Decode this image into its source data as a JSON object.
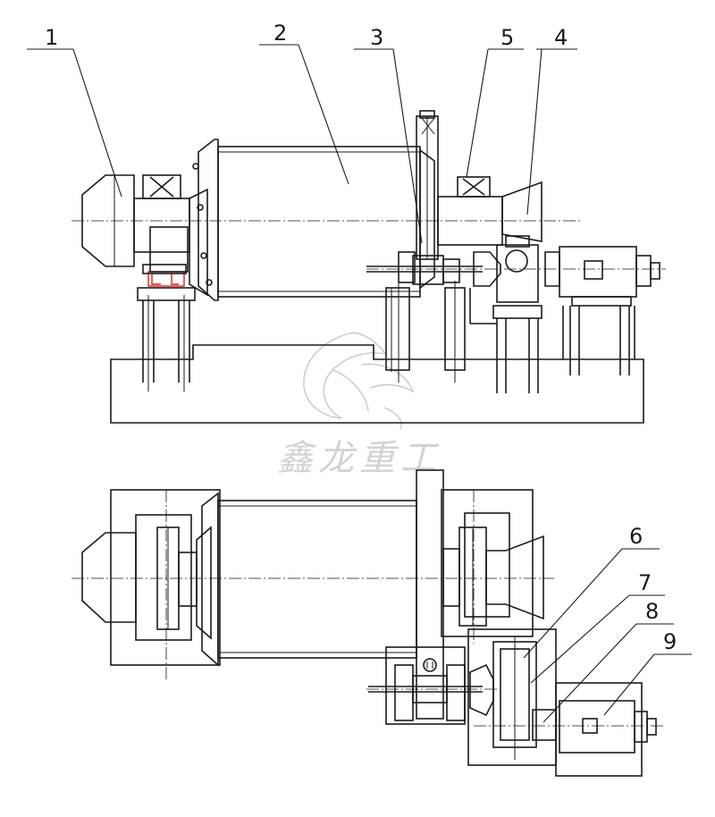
{
  "callouts": {
    "c1": "1",
    "c2": "2",
    "c3": "3",
    "c4": "4",
    "c5": "5",
    "c6": "6",
    "c7": "7",
    "c8": "8",
    "c9": "9"
  },
  "watermark": {
    "text": "鑫龙重工"
  },
  "colors": {
    "line": "#1a1a1a",
    "highlight": "#e0201c",
    "watermark": "#d2d2d2"
  }
}
